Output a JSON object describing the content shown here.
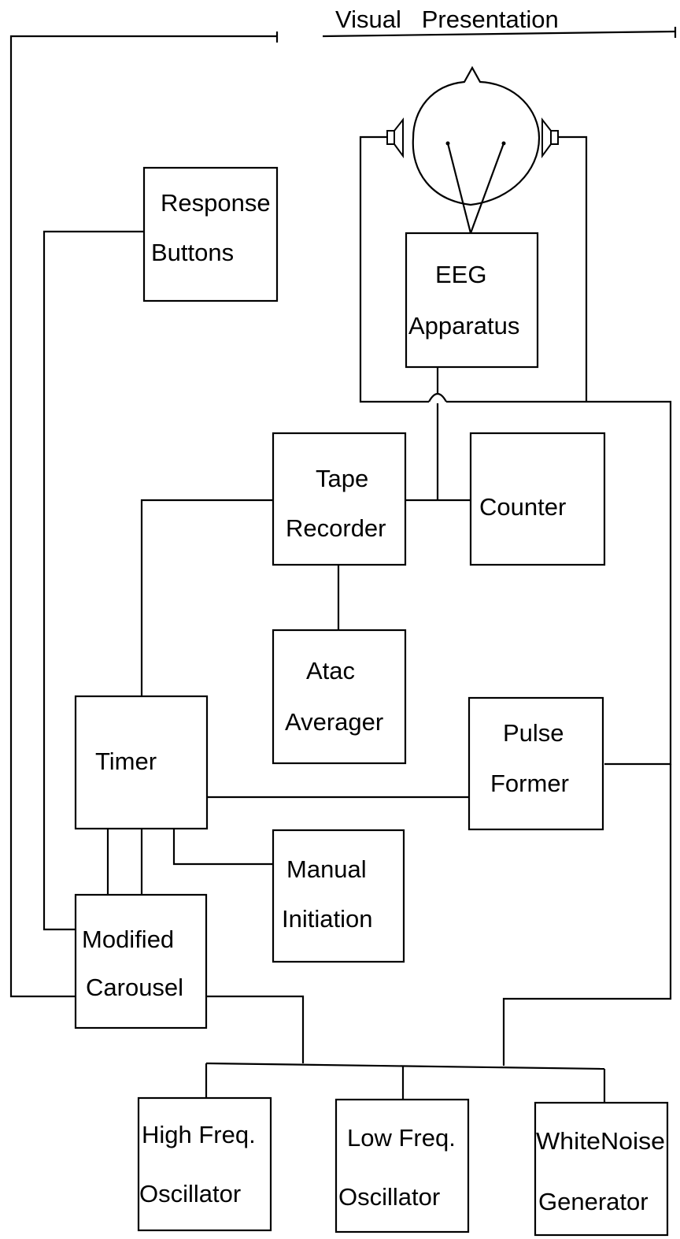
{
  "title": "Visual   Presentation",
  "boxes": {
    "response_buttons": [
      "Response",
      "Buttons"
    ],
    "eeg_apparatus": [
      "EEG",
      "Apparatus"
    ],
    "tape_recorder": [
      "Tape",
      "Recorder"
    ],
    "counter": [
      "Counter"
    ],
    "atac_averager": [
      "Atac",
      "Averager"
    ],
    "timer": [
      "Timer"
    ],
    "pulse_former": [
      "Pulse",
      "Former"
    ],
    "manual_initiation": [
      "Manual",
      "Initiation"
    ],
    "modified_carousel": [
      "Modified",
      "Carousel"
    ],
    "high_freq_oscillator": [
      "High Freq.",
      "Oscillator"
    ],
    "low_freq_oscillator": [
      "Low Freq.",
      "Oscillator"
    ],
    "white_noise_generator": [
      "WhiteNoise",
      "Generator"
    ]
  }
}
